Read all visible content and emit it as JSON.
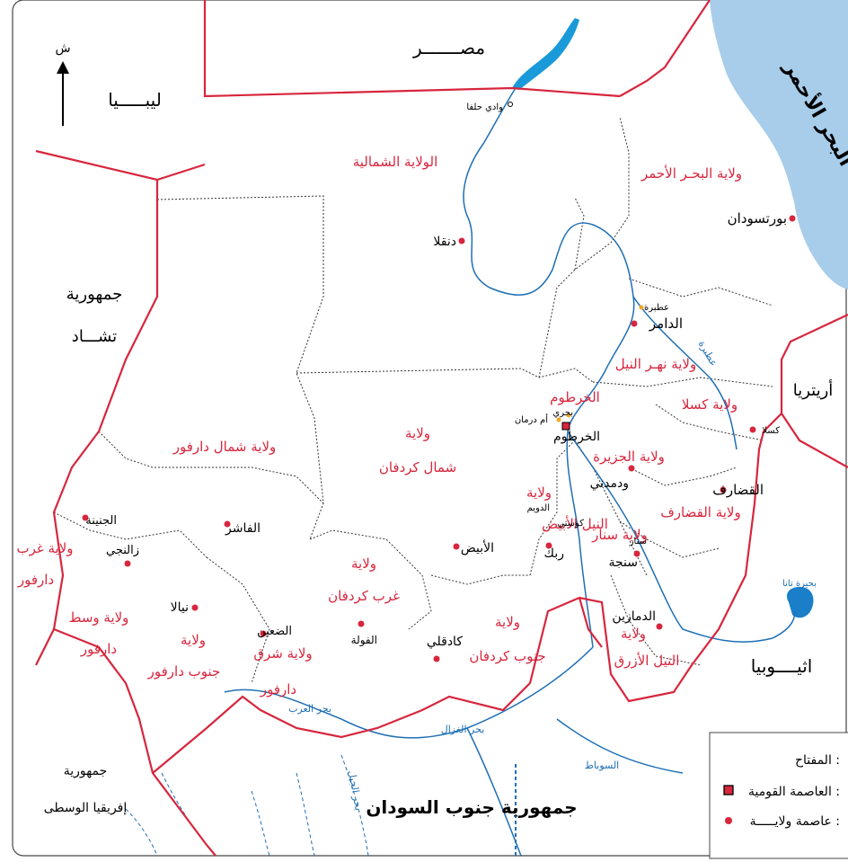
{
  "north": {
    "letter": "ش"
  },
  "countries": {
    "egypt": "مصـــــــر",
    "libya": "ليبـــــيا",
    "chad_1": "جمهورية",
    "chad_2": "تشـــاد",
    "eritrea": "أريتريا",
    "ethiopia": "اثيــــوبيا",
    "car_1": "جمهورية",
    "car_2": "إفريقيا الوسطى",
    "south_sudan": "جمهورية جنوب السودان",
    "red_sea": "البحر الأحمر"
  },
  "states": {
    "northern": "الولاية الشمالية",
    "red_sea": "ولاية البحـر الأحمر",
    "river_nile": "ولاية نهـر النيل",
    "kassala": "ولاية كسلا",
    "khartoum": "الخرطوم",
    "gezira": "ولاية الجزيرة",
    "gedaref": "ولاية القضارف",
    "sennar": "ولاية سنار",
    "white_nile_1": "ولاية",
    "white_nile_2": "النيل الأبيض",
    "blue_nile_1": "ولاية",
    "blue_nile_2": "النيل الأزرق",
    "north_kordofan_1": "ولاية",
    "north_kordofan_2": "شمال كردفان",
    "west_kordofan_1": "ولاية",
    "west_kordofan_2": "غرب كردفان",
    "south_kordofan_1": "ولاية",
    "south_kordofan_2": "جنوب كردفان",
    "north_darfur": "ولاية شمال دارفور",
    "west_darfur_1": "ولاية غرب",
    "west_darfur_2": "دارفور",
    "central_darfur_1": "ولاية وسط",
    "central_darfur_2": "دارفور",
    "south_darfur_1": "ولاية",
    "south_darfur_2": "جنوب دارفور",
    "east_darfur_1": "ولاية شرق",
    "east_darfur_2": "دارفور"
  },
  "cities": {
    "wadi_halfa": "وادي حلفا",
    "dongola": "دنقلا",
    "port_sudan": "بورتسودان",
    "atbara": "عطبرة",
    "ed_damer": "الدامر",
    "bahri": "بحري",
    "omdurman": "أم درمان",
    "khartoum": "الخرطوم",
    "kassala": "كسلا",
    "wad_madani": "ودمدني",
    "gedaref": "القضارف",
    "ed_dueim": "الدويم",
    "kosti": "كوستي",
    "rabak": "ربك",
    "sennar": "سنار",
    "singa": "سنجة",
    "el_obeid": "الأبيض",
    "ed_damazin": "الدمازين",
    "kadugli": "كادقلي",
    "el_fula": "الفولة",
    "ed_daein": "الضعين",
    "nyala": "نيالا",
    "el_fasher": "الفاشر",
    "el_geneina": "الجنينة",
    "zalingei": "زالنجي"
  },
  "water": {
    "lake_tana": "بحيرة تانا",
    "bahr_el_ghazal": "بحر الغزال",
    "bahr_el_arab": "بحر العرب",
    "sobat": "السوباط",
    "atbara_river": "عطبرة",
    "jabal": "بحر الجبل"
  },
  "legend": {
    "title": "المفتاح :",
    "national_capital": "العاصمة القومية :",
    "state_capital": "عاصمة ولايـــــة :"
  },
  "colors": {
    "border_international": "#d7263d",
    "border_state": "#333333",
    "river": "#1f6fb4",
    "sea": "#a7cdea",
    "lake": "#1a7fc8",
    "state_label": "#d7263d",
    "city_dot": "#d7263d",
    "capital_square": "#d7263d"
  }
}
